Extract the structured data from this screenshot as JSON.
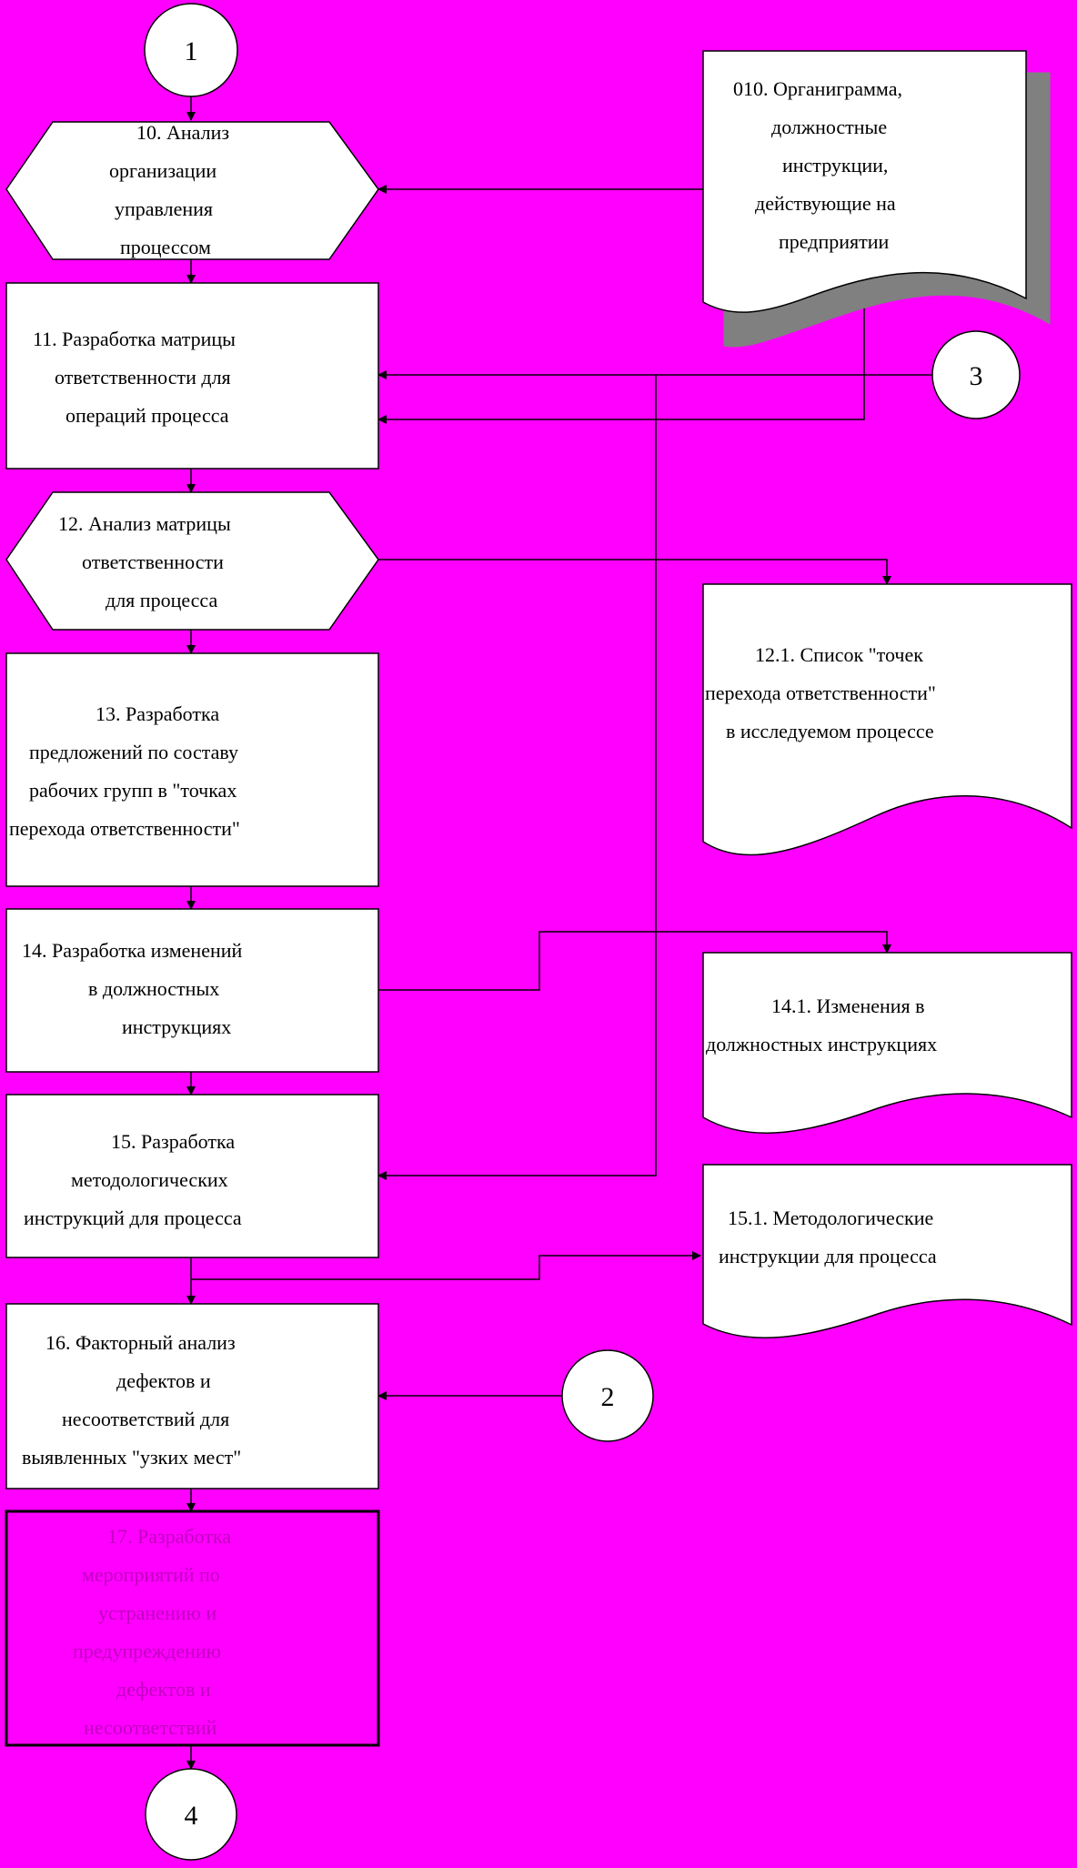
{
  "colors": {
    "background": "#ff00ff",
    "box_fill": "#ffffff",
    "line": "#000000",
    "shadow": "#808080",
    "highlight_box_fill": "#ff00ff",
    "highlight_text": "#c000c0"
  },
  "connectors": {
    "c1": "1",
    "c2": "2",
    "c3": "3",
    "c4": "4"
  },
  "steps": {
    "s10": [
      "10. Анализ",
      "организации",
      "управления",
      "процессом"
    ],
    "s11": [
      "11. Разработка матрицы",
      "ответственности для",
      "операций процесса"
    ],
    "s12": [
      "12. Анализ матрицы",
      "ответственности",
      "для процесса"
    ],
    "s13": [
      "13. Разработка",
      "предложений по составу",
      "рабочих групп в \"точках",
      "перехода ответственности\""
    ],
    "s14": [
      "14. Разработка изменений",
      "в должностных",
      "инструкциях"
    ],
    "s15": [
      "15. Разработка",
      "методологических",
      "инструкций для процесса"
    ],
    "s16": [
      "16. Факторный анализ",
      "дефектов  и",
      "несоответствий для",
      "выявленных \"узких мест\""
    ],
    "s17": [
      "17. Разработка",
      "мероприятий по",
      "устранению и",
      "предупреждению",
      "дефектов и",
      "несоответствий"
    ]
  },
  "documents": {
    "d010": [
      "010. Органиграмма,",
      "должностные",
      "инструкции,",
      "действующие на",
      "предприятии"
    ],
    "d121": [
      "12.1. Список \"точек",
      "перехода ответственности\"",
      "в исследуемом процессе"
    ],
    "d141": [
      "14.1. Изменения в",
      "должностных инструкциях"
    ],
    "d151": [
      "15.1. Методологические",
      "инструкции для процесса"
    ]
  }
}
